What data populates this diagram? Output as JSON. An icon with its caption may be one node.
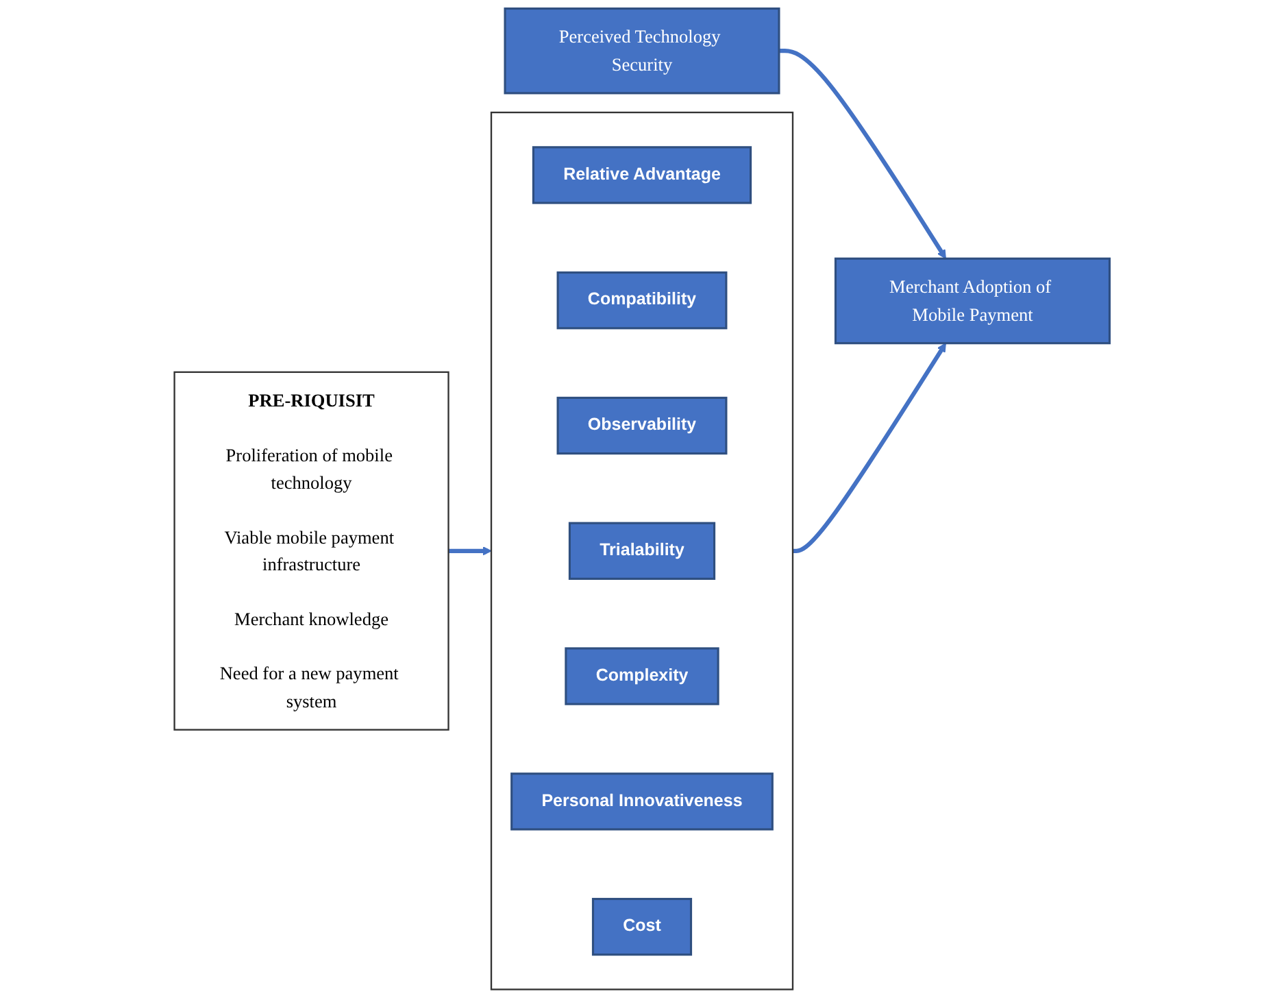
{
  "diagram": {
    "nodes": [
      {
        "text": [
          "PRE-RIQUISIT",
          "Proliferation of mobile technology",
          "Viable mobile payment infrastructure",
          "Merchant knowledge",
          "Need for a new payment system"
        ]
      },
      {
        "text": [],
        "shape": "box"
      },
      {
        "text": [
          "Relative Advantage"
        ],
        "in": 1
      },
      {
        "text": [
          "Compatibility"
        ],
        "in": 1
      },
      {
        "text": [
          "Observability"
        ],
        "in": 1
      },
      {
        "text": [
          "Trialability"
        ],
        "in": 1
      },
      {
        "text": [
          "Complexity"
        ],
        "in": 1
      },
      {
        "text": [
          "Personal Innovativeness"
        ],
        "in": 1
      },
      {
        "text": [
          "Cost"
        ],
        "in": 1
      },
      {
        "text": [
          "Perceived Technology Security"
        ]
      },
      {
        "text": [
          "Merchant Adoption of Mobile Payment"
        ]
      }
    ],
    "edges": [
      {
        "from": 0,
        "to": 1,
        "arrow": "to"
      },
      {
        "from": 1,
        "to": 10,
        "arrow": "to"
      },
      {
        "from": 9,
        "to": 10,
        "arrow": "to"
      }
    ]
  }
}
